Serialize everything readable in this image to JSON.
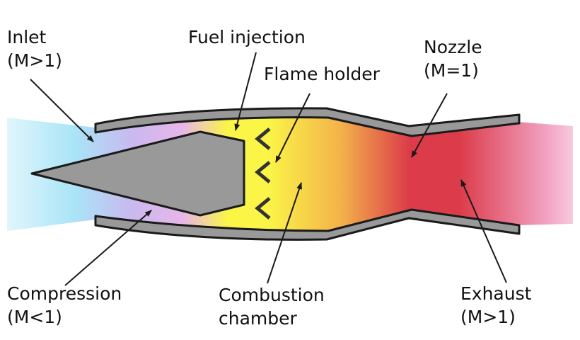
{
  "colors": {
    "inlet_blue": "#a9e4f7",
    "compression_violet": "#c9b9ef",
    "compression_pink": "#e7b6e9",
    "fuel_yellow": "#fbf548",
    "combustion_orange": "#f3b24a",
    "nozzle_red": "#dc3c4a",
    "exhaust_pink": "#f19fc0",
    "casing_gray": "#999999",
    "outline": "#1a1a1a"
  },
  "labels": {
    "inlet": [
      "Inlet",
      "(M>1)"
    ],
    "fuel_injection": [
      "Fuel injection"
    ],
    "flame_holder": [
      "Flame holder"
    ],
    "nozzle": [
      "Nozzle",
      "(M=1)"
    ],
    "compression": [
      "Compression",
      "(M<1)"
    ],
    "combustion": [
      "Combustion",
      "chamber"
    ],
    "exhaust": [
      "Exhaust",
      "(M>1)"
    ]
  }
}
